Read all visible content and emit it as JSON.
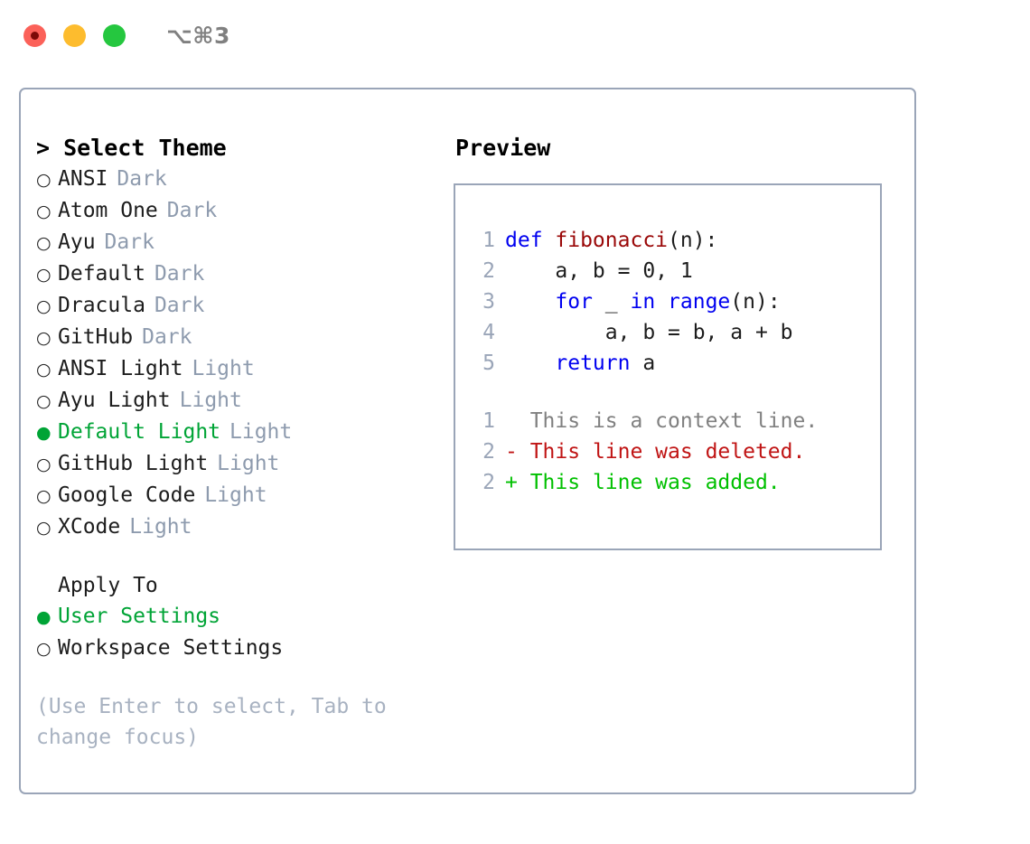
{
  "titlebar": {
    "buttons": [
      {
        "name": "close",
        "color": "#fb6159"
      },
      {
        "name": "minimize",
        "color": "#fdbc2e"
      },
      {
        "name": "zoom",
        "color": "#25c73f"
      }
    ],
    "shortcut": "⌥⌘3"
  },
  "theme_panel": {
    "header": "> Select Theme",
    "items": [
      {
        "bullet": "○",
        "label": "ANSI",
        "tag": "Dark",
        "selected": false
      },
      {
        "bullet": "○",
        "label": "Atom One",
        "tag": "Dark",
        "selected": false
      },
      {
        "bullet": "○",
        "label": "Ayu",
        "tag": "Dark",
        "selected": false
      },
      {
        "bullet": "○",
        "label": "Default",
        "tag": "Dark",
        "selected": false
      },
      {
        "bullet": "○",
        "label": "Dracula",
        "tag": "Dark",
        "selected": false
      },
      {
        "bullet": "○",
        "label": "GitHub",
        "tag": "Dark",
        "selected": false
      },
      {
        "bullet": "○",
        "label": "ANSI Light",
        "tag": "Light",
        "selected": false
      },
      {
        "bullet": "○",
        "label": "Ayu Light",
        "tag": "Light",
        "selected": false
      },
      {
        "bullet": "●",
        "label": "Default Light",
        "tag": "Light",
        "selected": true
      },
      {
        "bullet": "○",
        "label": "GitHub Light",
        "tag": "Light",
        "selected": false
      },
      {
        "bullet": "○",
        "label": "Google Code",
        "tag": "Light",
        "selected": false
      },
      {
        "bullet": "○",
        "label": "XCode",
        "tag": "Light",
        "selected": false
      }
    ]
  },
  "apply_to": {
    "header": "Apply To",
    "options": [
      {
        "bullet": "●",
        "label": "User Settings",
        "selected": true
      },
      {
        "bullet": "○",
        "label": "Workspace Settings",
        "selected": false
      }
    ]
  },
  "hint": "(Use Enter to select, Tab to change focus)",
  "preview": {
    "header": "Preview",
    "code": [
      {
        "no": "1",
        "tokens": [
          {
            "t": "def ",
            "c": "kw"
          },
          {
            "t": "fibonacci",
            "c": "fn"
          },
          {
            "t": "(n):",
            "c": "pl"
          }
        ]
      },
      {
        "no": "2",
        "tokens": [
          {
            "t": "    a, b = 0, 1",
            "c": "pl"
          }
        ]
      },
      {
        "no": "3",
        "tokens": [
          {
            "t": "    ",
            "c": "pl"
          },
          {
            "t": "for",
            "c": "kw"
          },
          {
            "t": " _ ",
            "c": "pl"
          },
          {
            "t": "in",
            "c": "kw"
          },
          {
            "t": " ",
            "c": "pl"
          },
          {
            "t": "range",
            "c": "kw"
          },
          {
            "t": "(n):",
            "c": "pl"
          }
        ]
      },
      {
        "no": "4",
        "tokens": [
          {
            "t": "        a, b = b, a + b",
            "c": "pl"
          }
        ]
      },
      {
        "no": "5",
        "tokens": [
          {
            "t": "    ",
            "c": "pl"
          },
          {
            "t": "return",
            "c": "kw"
          },
          {
            "t": " a",
            "c": "pl"
          }
        ]
      }
    ],
    "diff": [
      {
        "no": "1",
        "marker": "  ",
        "text": "This is a context line.",
        "c": "ctx"
      },
      {
        "no": "2",
        "marker": "- ",
        "text": "This line was deleted.",
        "c": "del"
      },
      {
        "no": "2",
        "marker": "+ ",
        "text": "This line was added.",
        "c": "add"
      }
    ]
  },
  "colors": {
    "accent_green": "#00a436",
    "border": "#9aa5b8",
    "muted": "#8e9bae",
    "hint": "#a8b2c1",
    "keyword": "#0000f0",
    "function": "#9a0808",
    "diff_add": "#00c000",
    "diff_del": "#c01414"
  }
}
